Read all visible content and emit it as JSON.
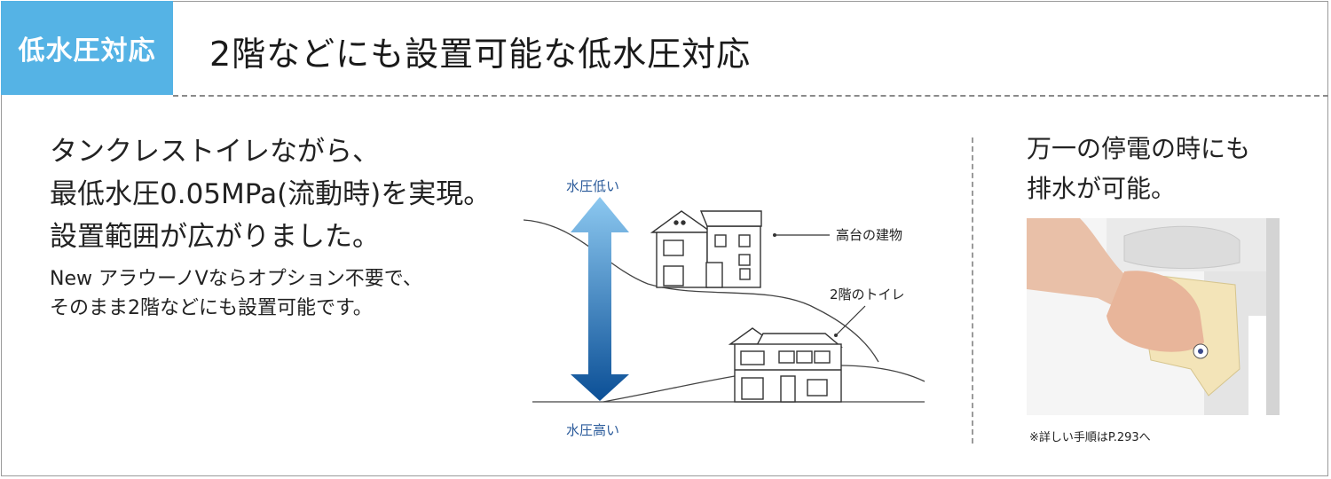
{
  "header": {
    "badge": "低水圧対応",
    "title": "2階などにも設置可能な低水圧対応"
  },
  "lead": {
    "lines": [
      "タンクレストイレながら、",
      "最低水圧0.05MPa(流動時)を実現。",
      "設置範囲が広がりました。"
    ]
  },
  "sub": {
    "lines": [
      "New アラウーノVならオプション不要で、",
      "そのまま2階などにも設置可能です。"
    ]
  },
  "diagram": {
    "top_label": "水圧低い",
    "bottom_label": "水圧高い",
    "callout_hill": "高台の建物",
    "callout_second_floor": "2階のトイレ",
    "colors": {
      "arrow_top": "#8cc8f0",
      "arrow_bottom": "#0b4f96",
      "label": "#2a5a9a"
    }
  },
  "right": {
    "heading": [
      "万一の停電の時にも",
      "排水が可能。"
    ],
    "note": "※詳しい手順はP.293へ"
  },
  "colors": {
    "badge_bg": "#55b3e5",
    "badge_text": "#ffffff"
  }
}
